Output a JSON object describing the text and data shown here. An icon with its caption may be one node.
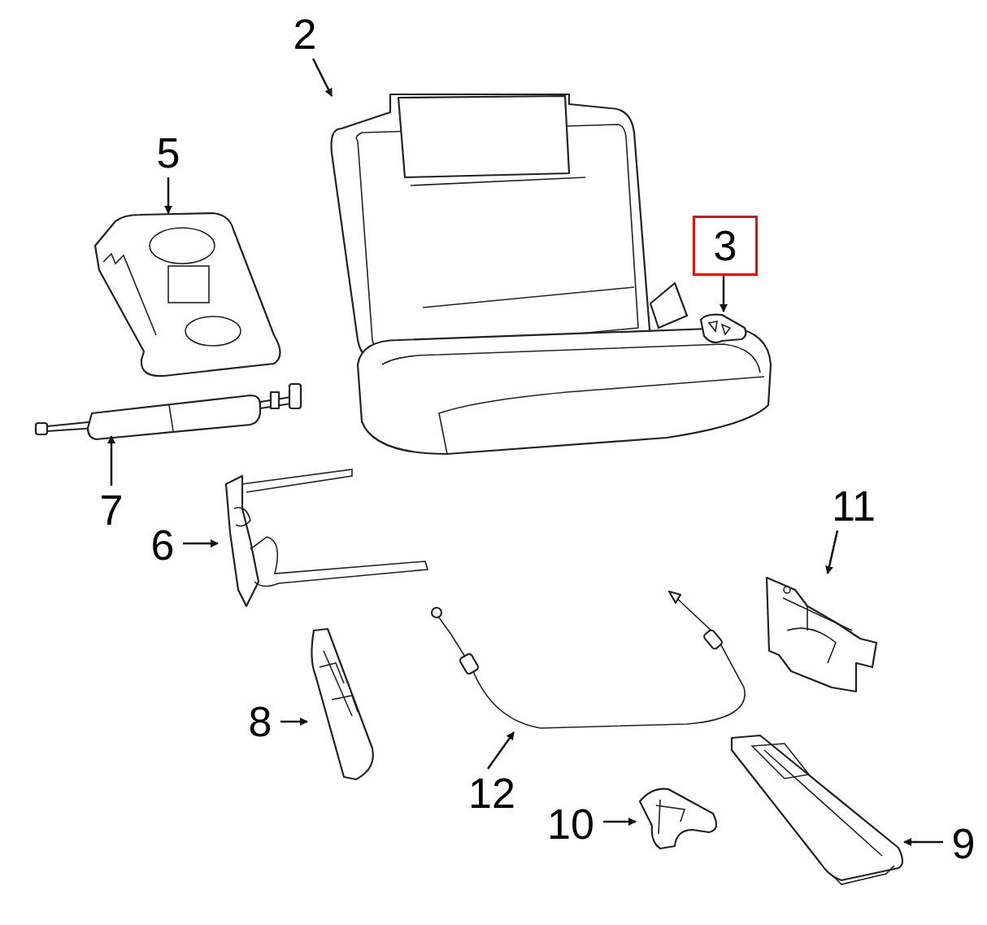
{
  "diagram": {
    "nodes": [
      {
        "text": [
          "2"
        ]
      },
      {
        "text": [],
        "shape": "picture"
      },
      {
        "text": [
          "5"
        ]
      },
      {
        "text": [],
        "shape": "picture"
      },
      {
        "text": [
          "3"
        ]
      },
      {
        "text": [],
        "shape": "picture"
      },
      {
        "text": [
          "7"
        ]
      },
      {
        "text": [],
        "shape": "picture"
      },
      {
        "text": [
          "6"
        ]
      },
      {
        "text": [],
        "shape": "picture"
      },
      {
        "text": [
          "11"
        ]
      },
      {
        "text": [],
        "shape": "picture"
      },
      {
        "text": [
          "8"
        ]
      },
      {
        "text": [],
        "shape": "picture"
      },
      {
        "text": [
          "12"
        ]
      },
      {
        "text": [],
        "shape": "picture"
      },
      {
        "text": [
          "10"
        ]
      },
      {
        "text": [],
        "shape": "picture"
      },
      {
        "text": [
          "9"
        ]
      },
      {
        "text": [],
        "shape": "picture"
      }
    ],
    "edges": [
      {
        "from": 0,
        "to": 1,
        "arrow": "to"
      },
      {
        "from": 2,
        "to": 3,
        "arrow": "to"
      },
      {
        "from": 4,
        "to": 5,
        "arrow": "to"
      },
      {
        "from": 6,
        "to": 7,
        "arrow": "to"
      },
      {
        "from": 8,
        "to": 9,
        "arrow": "to"
      },
      {
        "from": 10,
        "to": 11,
        "arrow": "to"
      },
      {
        "from": 12,
        "to": 13,
        "arrow": "to"
      },
      {
        "from": 14,
        "to": 15,
        "arrow": "to"
      },
      {
        "from": 16,
        "to": 17,
        "arrow": "to"
      },
      {
        "from": 18,
        "to": 19,
        "arrow": "to"
      }
    ]
  }
}
